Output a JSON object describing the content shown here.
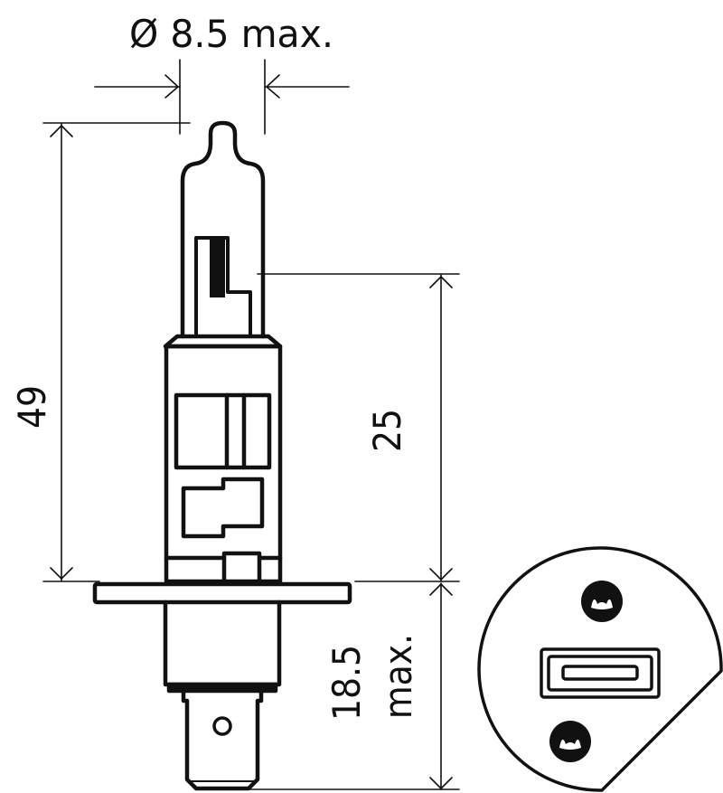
{
  "diagram": {
    "subject": "H1 halogen bulb",
    "units": "mm",
    "colors": {
      "stroke": "#111111",
      "background": "#ffffff"
    },
    "dimensions": {
      "diameter": {
        "label": "Ø 8.5 max.",
        "value": 8.5,
        "qualifier": "max."
      },
      "overall_height": {
        "label": "49",
        "value": 49
      },
      "light_center_height": {
        "label": "25",
        "value": 25
      },
      "base_length": {
        "label_value": "18.5",
        "label_qualifier": "max.",
        "value": 18.5
      }
    },
    "views": [
      {
        "name": "side-view",
        "description": "Bulb side profile"
      },
      {
        "name": "bottom-view",
        "description": "Base end view with connector and two rivets"
      }
    ]
  }
}
